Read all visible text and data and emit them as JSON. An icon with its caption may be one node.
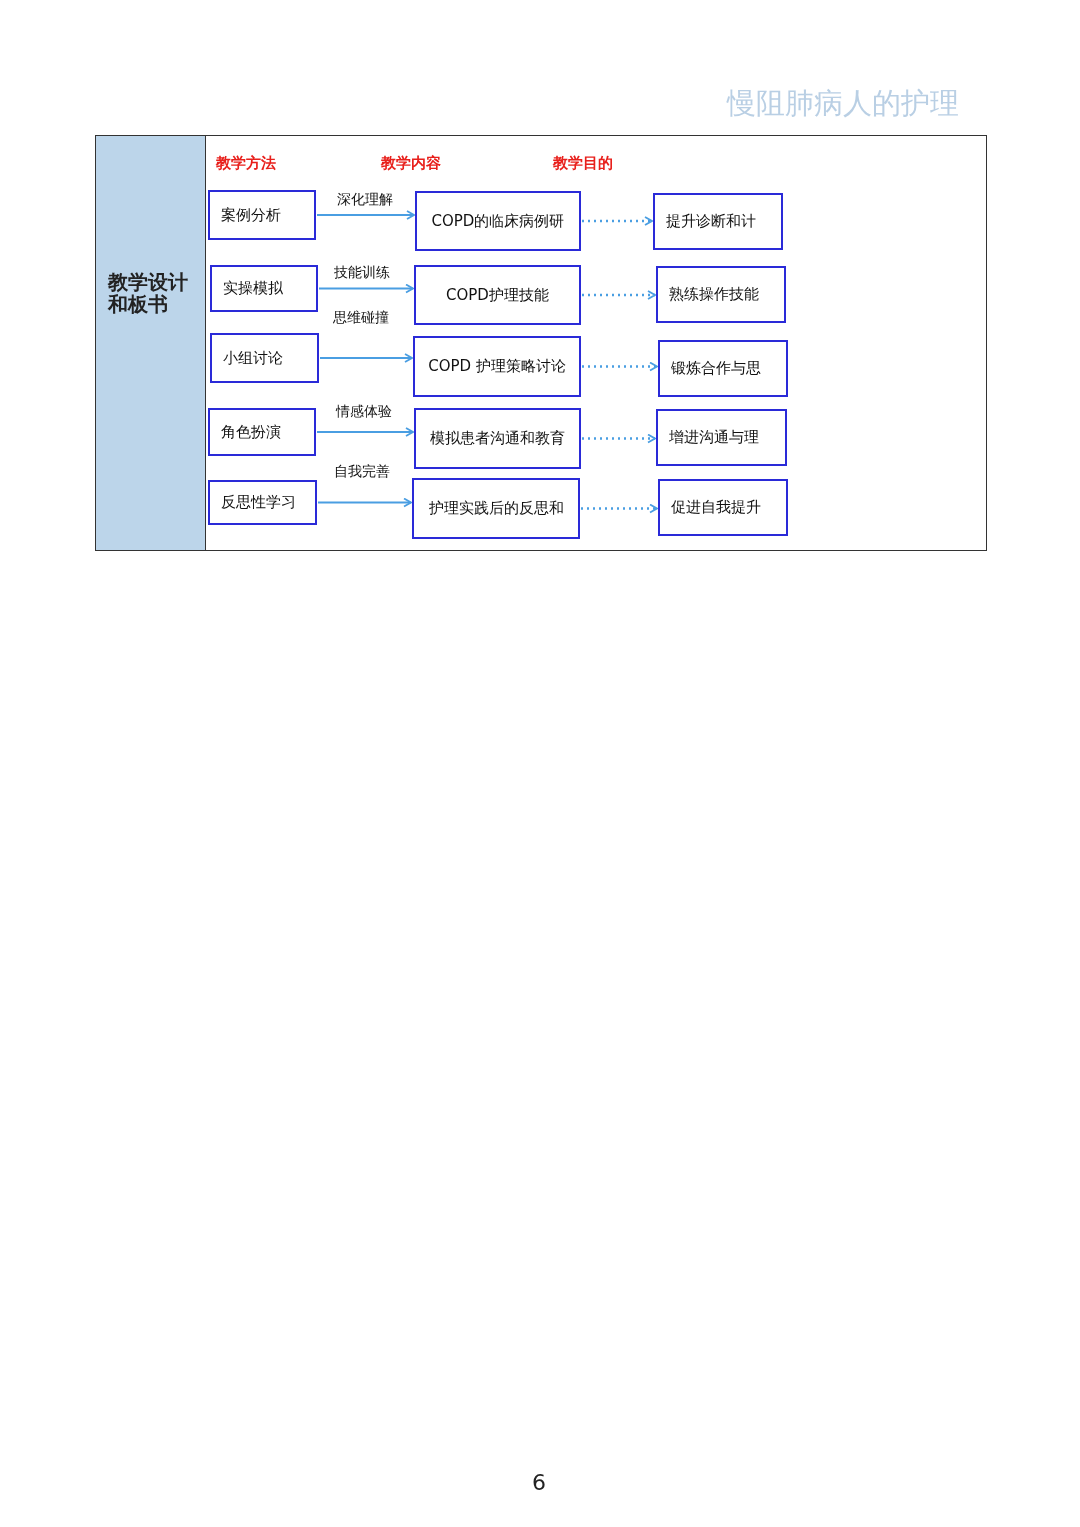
{
  "diagram": {
    "nodes": [
      {
        "text": [
          "案例分析"
        ]
      },
      {
        "text": [
          "实操模拟"
        ]
      },
      {
        "text": [
          "小组讨论"
        ]
      },
      {
        "text": [
          "角色扮演"
        ]
      },
      {
        "text": [
          "反思性学习"
        ]
      },
      {
        "text": [
          "COPD的临床病例研"
        ]
      },
      {
        "text": [
          "COPD护理技能"
        ]
      },
      {
        "text": [
          "COPD 护理策略讨论"
        ]
      },
      {
        "text": [
          "模拟患者沟通和教育"
        ]
      },
      {
        "text": [
          "护理实践后的反思和"
        ]
      },
      {
        "text": [
          "提升诊断和计"
        ]
      },
      {
        "text": [
          "熟练操作技能"
        ]
      },
      {
        "text": [
          "锻炼合作与思"
        ]
      },
      {
        "text": [
          "增进沟通与理"
        ]
      },
      {
        "text": [
          "促进自我提升"
        ]
      }
    ],
    "edges": [
      {
        "from": 0,
        "to": 5,
        "arrow": "to",
        "label": "深化理解"
      },
      {
        "from": 1,
        "to": 6,
        "arrow": "to",
        "label": "技能训练"
      },
      {
        "from": 2,
        "to": 7,
        "arrow": "to",
        "label": "思维碰撞"
      },
      {
        "from": 3,
        "to": 8,
        "arrow": "to",
        "label": "情感体验"
      },
      {
        "from": 4,
        "to": 9,
        "arrow": "to",
        "label": "自我完善"
      },
      {
        "from": 5,
        "to": 10,
        "arrow": "to",
        "style": "dashed"
      },
      {
        "from": 6,
        "to": 11,
        "arrow": "to",
        "style": "dashed"
      },
      {
        "from": 7,
        "to": 12,
        "arrow": "to",
        "style": "dashed"
      },
      {
        "from": 8,
        "to": 13,
        "arrow": "to",
        "style": "dashed"
      },
      {
        "from": 9,
        "to": 14,
        "arrow": "to",
        "style": "dashed"
      }
    ],
    "labels": [
      "慢阻肺病人的护理",
      "教学设计和板书",
      "教学方法",
      "教学内容",
      "教学目的",
      "6"
    ]
  }
}
